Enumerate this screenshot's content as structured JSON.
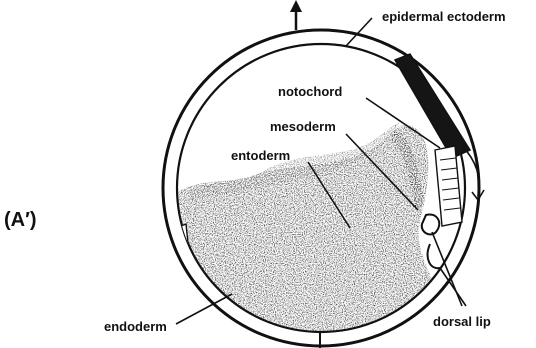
{
  "figure": {
    "panel_label": "(A′)",
    "labels": {
      "epidermal_ectoderm": "epidermal ectoderm",
      "notochord": "notochord",
      "mesoderm": "mesoderm",
      "entoderm": "entoderm",
      "endoderm": "endoderm",
      "dorsal_lip": "dorsal lip"
    },
    "colors": {
      "ink": "#111111",
      "cell_mass": "#1a1a1a",
      "background": "#ffffff"
    }
  }
}
